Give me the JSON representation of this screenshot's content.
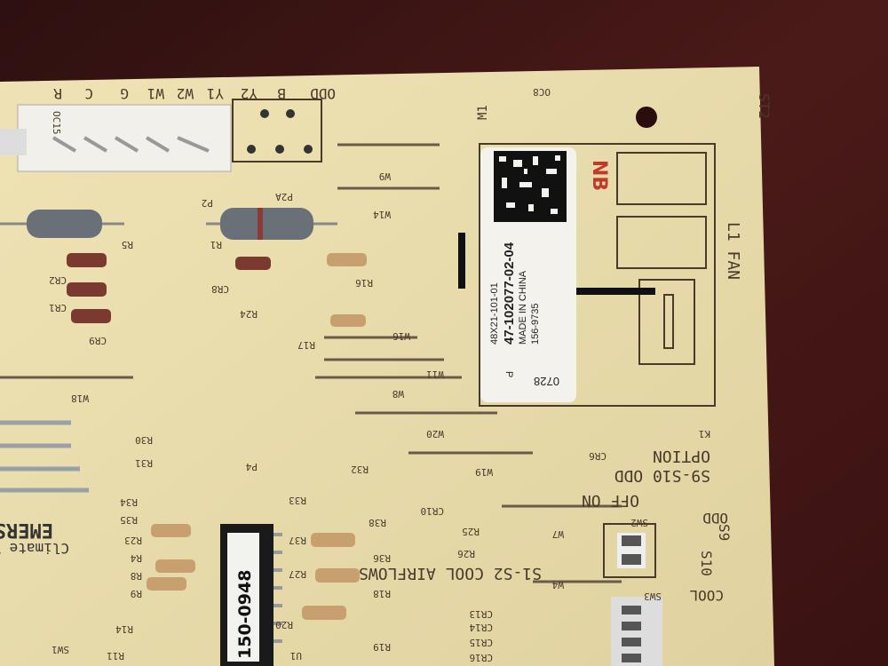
{
  "colors": {
    "background": "#3a1414",
    "board": "#e8dcae",
    "silkscreen": "#4a3a2a",
    "label": "#f4f2ec",
    "red_marking": "#c0392b"
  },
  "label": {
    "part_code": "48X21-101-01",
    "part_number": "47-102077-02-04",
    "origin": "MADE IN CHINA",
    "code": "156-9735",
    "date": "0728",
    "letter": "P"
  },
  "chip": {
    "text": "150-0948"
  },
  "board_text": {
    "terminals": [
      "R",
      "C",
      "G",
      "W1",
      "W2",
      "Y1",
      "Y2",
      "B",
      "ODD"
    ],
    "ref_designators": [
      "OC15",
      "P2",
      "P2A",
      "W9",
      "W14",
      "R5",
      "R1",
      "CR2",
      "CR1",
      "CR9",
      "CR8",
      "R24",
      "R16",
      "R17",
      "W16",
      "W11",
      "W8",
      "W18",
      "W20",
      "R30",
      "R31",
      "P4",
      "R32",
      "R33",
      "W19",
      "CR6",
      "K1",
      "R34",
      "R35",
      "R23",
      "R4",
      "R8",
      "R9",
      "R14",
      "R11",
      "SW1",
      "U1",
      "R20",
      "R19",
      "R18",
      "R27",
      "R36",
      "R37",
      "R38",
      "R25",
      "R26",
      "CR10",
      "W7",
      "W4",
      "SW2",
      "SW3",
      "CR13",
      "CR14",
      "CR15",
      "CR16",
      "M1",
      "OC8",
      "ST2"
    ],
    "fan": "L1 FAN",
    "option": "OPTION",
    "s9_s10": "S9-S10 ODD",
    "off_on": "OFF ON",
    "airflows": "S1-S2 COOL AIRFLOWS",
    "odd": "ODD",
    "s10": "S10",
    "s9": "S9",
    "cool": "COOL",
    "brand": "EMERS",
    "brand_sub": "Climate Tec",
    "nb": "NB"
  }
}
